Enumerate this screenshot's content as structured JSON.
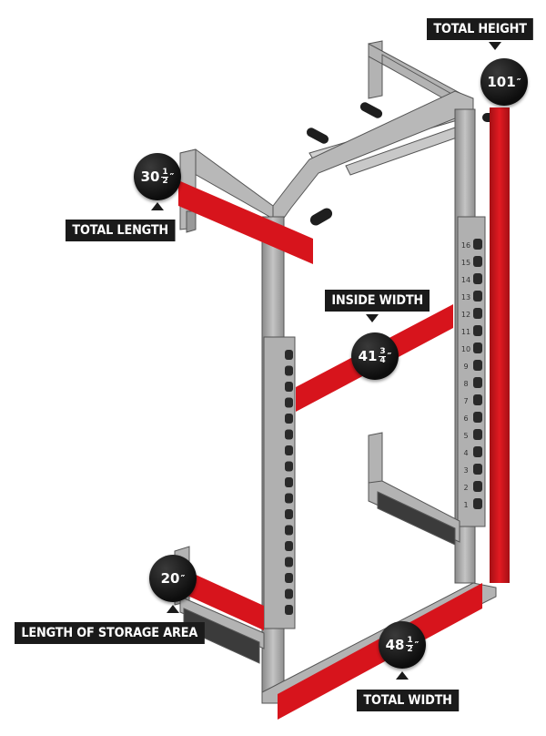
{
  "labels": {
    "total_height": "TOTAL HEIGHT",
    "total_length": "TOTAL LENGTH",
    "inside_width": "INSIDE WIDTH",
    "storage_length": "LENGTH OF STORAGE AREA",
    "total_width": "TOTAL WIDTH"
  },
  "values": {
    "total_height": "101",
    "total_length": "30",
    "inside_width": "41",
    "storage_length": "20",
    "total_width": "48",
    "fraction_half_num": "1",
    "fraction_half_den": "2",
    "fraction_three_quarter_num": "3",
    "fraction_three_quarter_den": "4",
    "inch_mark": "″"
  },
  "hole_numbers": [
    "16",
    "15",
    "14",
    "13",
    "12",
    "11",
    "10",
    "9",
    "8",
    "7",
    "6",
    "5",
    "4",
    "3",
    "2",
    "1"
  ],
  "colors": {
    "frame": "#a6a6a6",
    "frame_dark": "#6e6e6e",
    "dimension_band": "#d7141c",
    "label_bg": "#1a1a1a"
  }
}
